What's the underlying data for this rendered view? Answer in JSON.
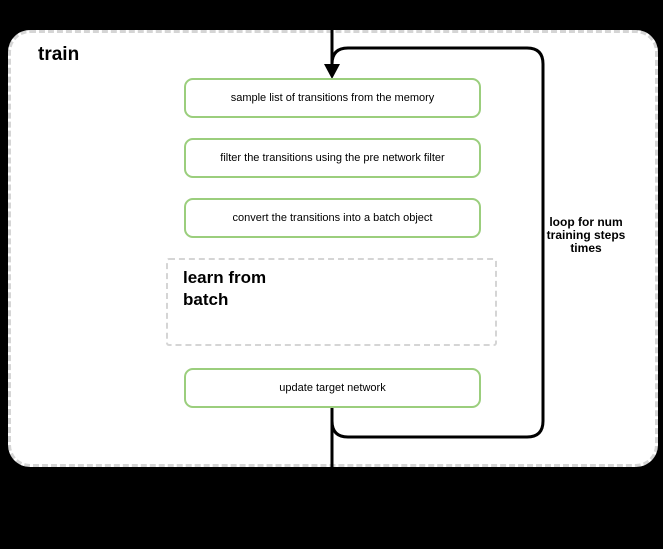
{
  "diagram": {
    "container_label": "train",
    "loop": {
      "label": "loop for num\ntraining steps\ntimes"
    },
    "nodes": {
      "sample": "sample list of transitions from the memory",
      "filter": "filter the transitions using the pre network filter",
      "convert": "convert the transitions into a batch object",
      "learn": "learn from\nbatch",
      "update": "update target network"
    },
    "colors": {
      "canvas_background": "#000000",
      "container_fill": "#ffffff",
      "container_border_gray": "#d5d5d5",
      "node_border_green": "#9bce7d",
      "flow_line_black": "#000000"
    }
  }
}
